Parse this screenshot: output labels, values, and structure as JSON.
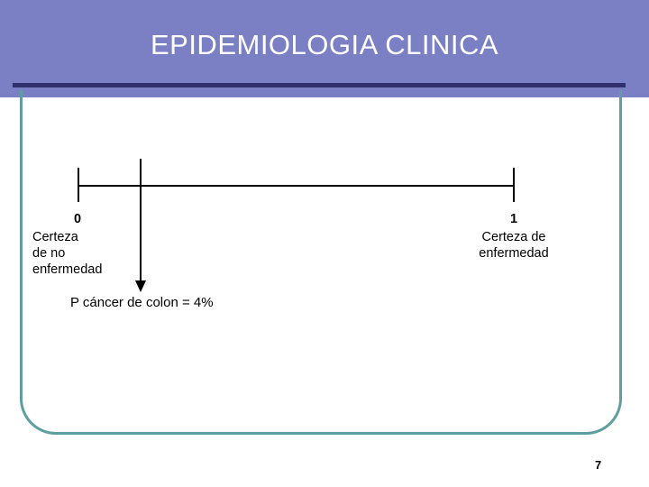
{
  "slide": {
    "title": "EPIDEMIOLOGIA CLINICA",
    "page_number": "7",
    "colors": {
      "header_background": "#7b7fc4",
      "header_underline": "#2f2f6b",
      "frame_border": "#5f9ea0",
      "title_text": "#ffffff",
      "body_text": "#000000"
    }
  },
  "diagram": {
    "scale_left": {
      "value": "0",
      "caption_line1": "Certeza",
      "caption_line2": "de no",
      "caption_line3": "enfermedad"
    },
    "scale_right": {
      "value": "1",
      "caption_line1": "Certeza de",
      "caption_line2": "enfermedad"
    },
    "annotation": "P cáncer de colon = 4%"
  }
}
